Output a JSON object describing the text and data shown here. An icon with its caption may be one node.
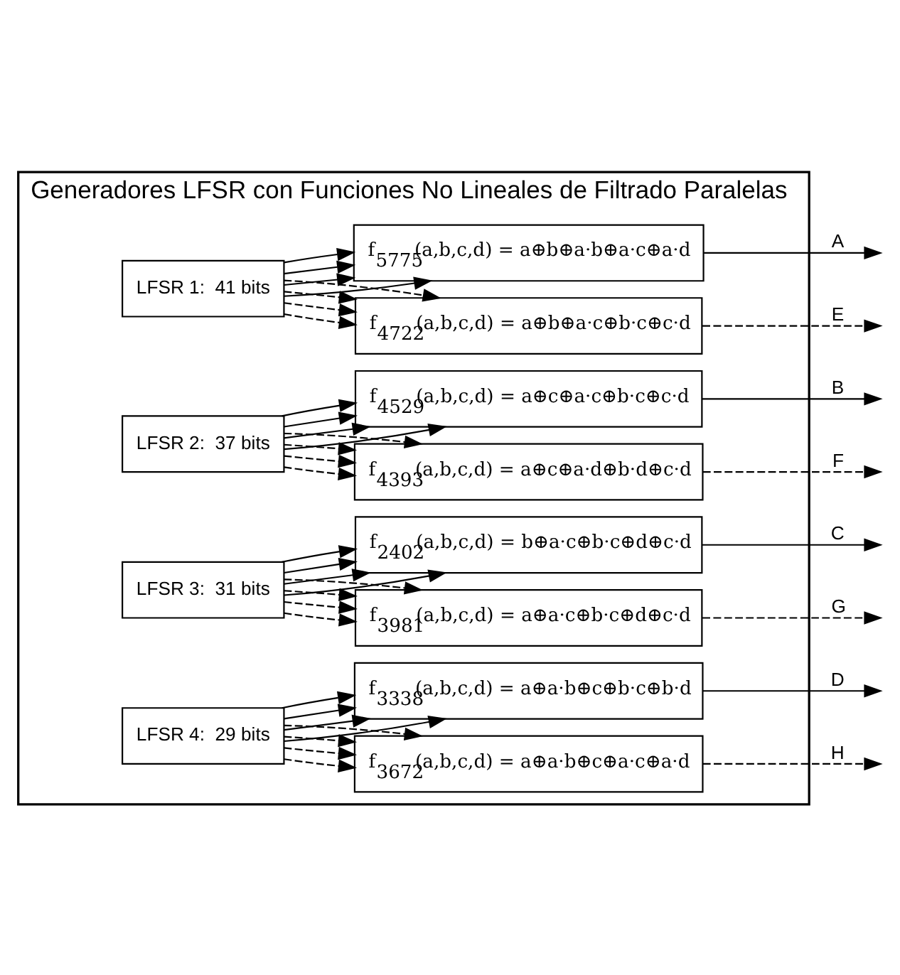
{
  "diagram": {
    "nodes": [
      {
        "text": [
          "Generadores LFSR con Funciones No Lineales de Filtrado Paralelas"
        ]
      },
      {
        "text": [
          "LFSR 1:  41 bits"
        ],
        "in": 0
      },
      {
        "text": [
          "f$_{5775}$(a,b,c,d) = a⊕b⊕a·b⊕a·c⊕a·d"
        ],
        "in": 0
      },
      {
        "text": [
          "f$_{4722}$(a,b,c,d) = a⊕b⊕a·c⊕b·c⊕c·d"
        ],
        "in": 0
      },
      {
        "text": [
          "LFSR 2:  37 bits"
        ],
        "in": 0
      },
      {
        "text": [
          "f$_{4529}$(a,b,c,d) = a⊕c⊕a·c⊕b·c⊕c·d"
        ],
        "in": 0
      },
      {
        "text": [
          "f$_{4393}$(a,b,c,d) = a⊕c⊕a·d⊕b·d⊕c·d"
        ],
        "in": 0
      },
      {
        "text": [
          "LFSR 3:  31 bits"
        ],
        "in": 0
      },
      {
        "text": [
          "f$_{2402}$(a,b,c,d) = b⊕a·c⊕b·c⊕d⊕c·d"
        ],
        "in": 0
      },
      {
        "text": [
          "f$_{3981}$(a,b,c,d) = a⊕a·c⊕b·c⊕d⊕c·d"
        ],
        "in": 0
      },
      {
        "text": [
          "LFSR 4:  29 bits"
        ],
        "in": 0
      },
      {
        "text": [
          "f$_{3338}$(a,b,c,d) = a⊕a·b⊕c⊕b·c⊕b·d"
        ],
        "in": 0
      },
      {
        "text": [
          "f$_{3672}$(a,b,c,d) = a⊕a·b⊕c⊕a·c⊕a·d"
        ],
        "in": 0
      }
    ],
    "edges": [
      {
        "from": 1,
        "to": 2,
        "arrow": "to"
      },
      {
        "from": 1,
        "to": 2,
        "arrow": "to"
      },
      {
        "from": 1,
        "to": 2,
        "arrow": "to"
      },
      {
        "from": 1,
        "to": 2,
        "arrow": "to"
      },
      {
        "from": 1,
        "to": 3,
        "arrow": "to",
        "style": "dashed"
      },
      {
        "from": 1,
        "to": 3,
        "arrow": "to",
        "style": "dashed"
      },
      {
        "from": 1,
        "to": 3,
        "arrow": "to",
        "style": "dashed"
      },
      {
        "from": 1,
        "to": 3,
        "arrow": "to",
        "style": "dashed"
      },
      {
        "from": 4,
        "to": 5,
        "arrow": "to"
      },
      {
        "from": 4,
        "to": 5,
        "arrow": "to"
      },
      {
        "from": 4,
        "to": 5,
        "arrow": "to"
      },
      {
        "from": 4,
        "to": 5,
        "arrow": "to"
      },
      {
        "from": 4,
        "to": 6,
        "arrow": "to",
        "style": "dashed"
      },
      {
        "from": 4,
        "to": 6,
        "arrow": "to",
        "style": "dashed"
      },
      {
        "from": 4,
        "to": 6,
        "arrow": "to",
        "style": "dashed"
      },
      {
        "from": 4,
        "to": 6,
        "arrow": "to",
        "style": "dashed"
      },
      {
        "from": 7,
        "to": 8,
        "arrow": "to"
      },
      {
        "from": 7,
        "to": 8,
        "arrow": "to"
      },
      {
        "from": 7,
        "to": 8,
        "arrow": "to"
      },
      {
        "from": 7,
        "to": 8,
        "arrow": "to"
      },
      {
        "from": 7,
        "to": 9,
        "arrow": "to",
        "style": "dashed"
      },
      {
        "from": 7,
        "to": 9,
        "arrow": "to",
        "style": "dashed"
      },
      {
        "from": 7,
        "to": 9,
        "arrow": "to",
        "style": "dashed"
      },
      {
        "from": 7,
        "to": 9,
        "arrow": "to",
        "style": "dashed"
      },
      {
        "from": 10,
        "to": 11,
        "arrow": "to"
      },
      {
        "from": 10,
        "to": 11,
        "arrow": "to"
      },
      {
        "from": 10,
        "to": 11,
        "arrow": "to"
      },
      {
        "from": 10,
        "to": 11,
        "arrow": "to"
      },
      {
        "from": 10,
        "to": 12,
        "arrow": "to",
        "style": "dashed"
      },
      {
        "from": 10,
        "to": 12,
        "arrow": "to",
        "style": "dashed"
      },
      {
        "from": 10,
        "to": 12,
        "arrow": "to",
        "style": "dashed"
      },
      {
        "from": 10,
        "to": 12,
        "arrow": "to",
        "style": "dashed"
      },
      {
        "from": 2,
        "to": null,
        "arrow": "to",
        "label": "A"
      },
      {
        "from": 3,
        "to": null,
        "arrow": "to",
        "label": "E",
        "style": "dashed"
      },
      {
        "from": 5,
        "to": null,
        "arrow": "to",
        "label": "B"
      },
      {
        "from": 6,
        "to": null,
        "arrow": "to",
        "label": "F",
        "style": "dashed"
      },
      {
        "from": 8,
        "to": null,
        "arrow": "to",
        "label": "C"
      },
      {
        "from": 9,
        "to": null,
        "arrow": "to",
        "label": "G",
        "style": "dashed"
      },
      {
        "from": 11,
        "to": null,
        "arrow": "to",
        "label": "D"
      },
      {
        "from": 12,
        "to": null,
        "arrow": "to",
        "label": "H",
        "style": "dashed"
      }
    ]
  }
}
